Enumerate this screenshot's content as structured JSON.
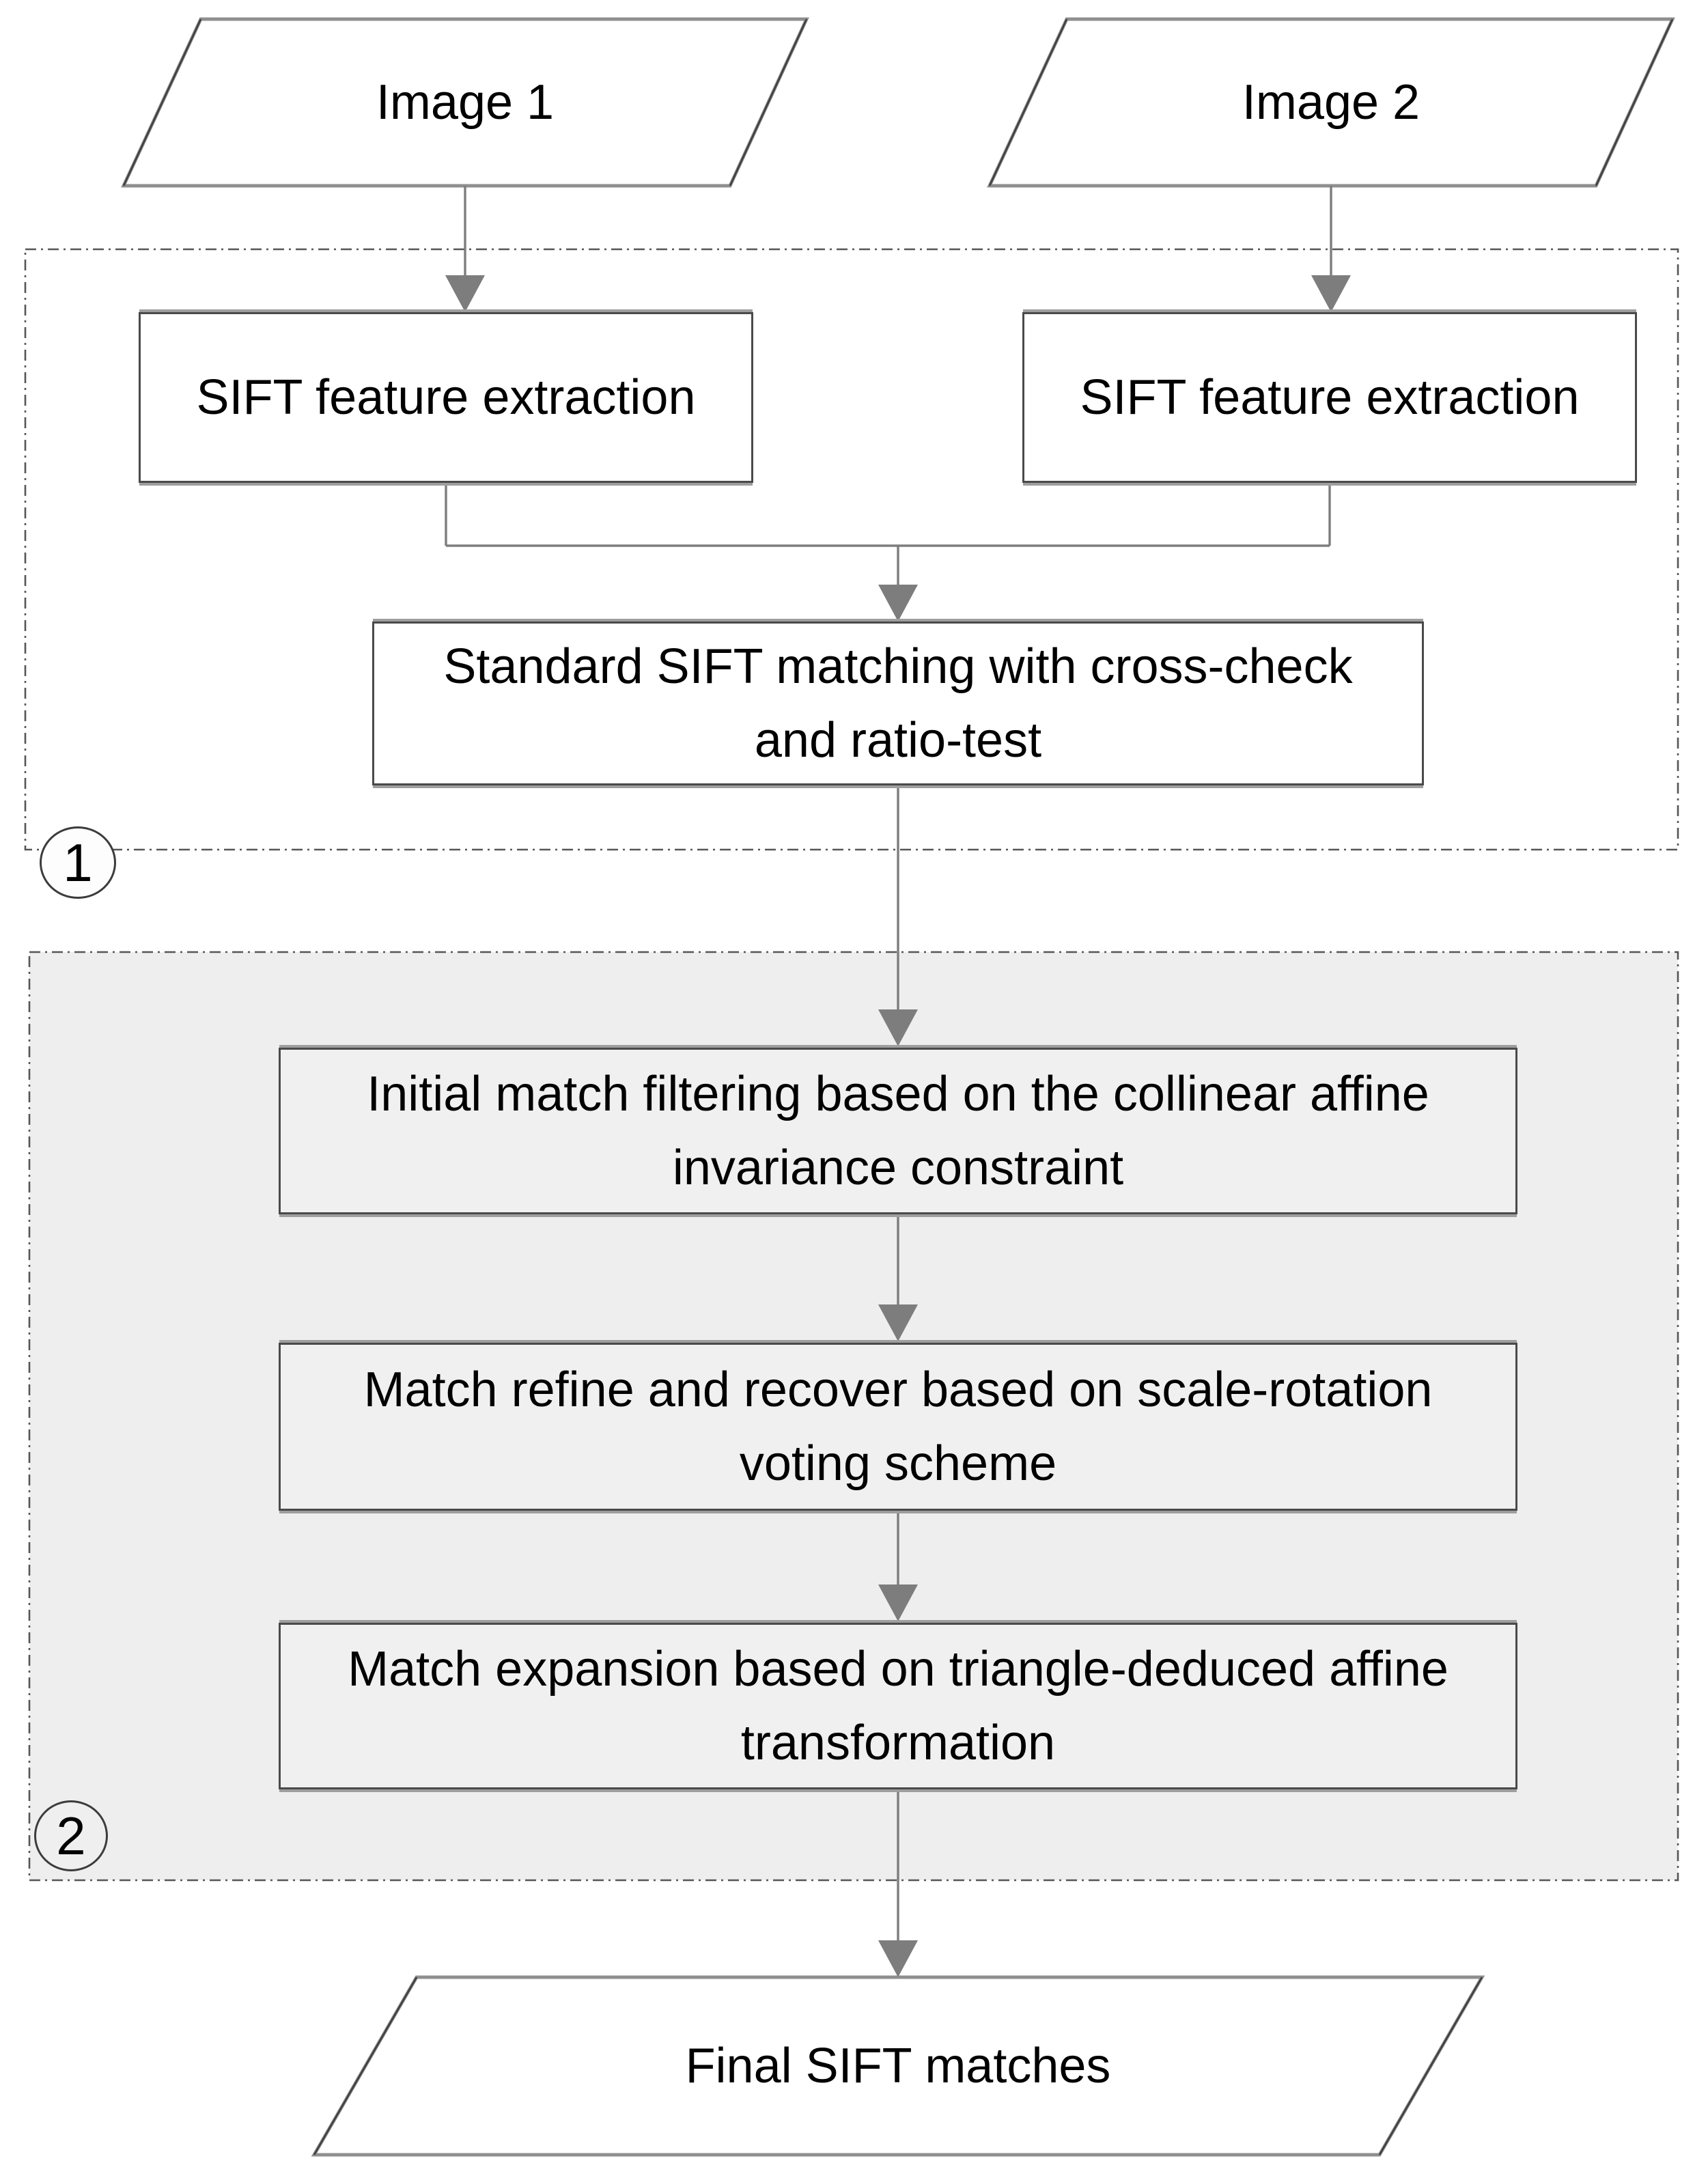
{
  "figure": {
    "type": "flowchart",
    "nodes": {
      "image1": {
        "label": "Image 1",
        "shape": "parallelogram"
      },
      "image2": {
        "label": "Image 2",
        "shape": "parallelogram"
      },
      "sift_left": {
        "label": "SIFT feature extraction",
        "shape": "rect"
      },
      "sift_right": {
        "label": "SIFT feature extraction",
        "shape": "rect"
      },
      "standard_matching": {
        "lines": [
          "Standard SIFT matching with cross-check",
          "and ratio-test"
        ],
        "shape": "rect"
      },
      "initial_filtering": {
        "lines": [
          "Initial match filtering based on the collinear affine",
          "invariance constraint"
        ],
        "shape": "rect"
      },
      "match_refine": {
        "lines": [
          "Match refine and recover based on scale-rotation",
          "voting scheme"
        ],
        "shape": "rect"
      },
      "match_expansion": {
        "lines": [
          "Match expansion based on triangle-deduced affine",
          "transformation"
        ],
        "shape": "rect"
      },
      "final_matches": {
        "label": "Final SIFT matches",
        "shape": "parallelogram"
      }
    },
    "stages": {
      "stage1": {
        "badge": "1"
      },
      "stage2": {
        "badge": "2"
      }
    },
    "edges": [
      "image1 -> sift_left",
      "image2 -> sift_right",
      "sift_left + sift_right -> standard_matching",
      "standard_matching -> initial_filtering",
      "initial_filtering -> match_refine",
      "match_refine -> match_expansion",
      "match_expansion -> final_matches"
    ]
  },
  "colors": {
    "connector": "#7d7d7d",
    "box_border": "#4a4a4a",
    "region_border": "#565656",
    "region2_fill": "#eeeeee",
    "shape_edge": "#8f8f8f",
    "text_color": "#000000"
  }
}
